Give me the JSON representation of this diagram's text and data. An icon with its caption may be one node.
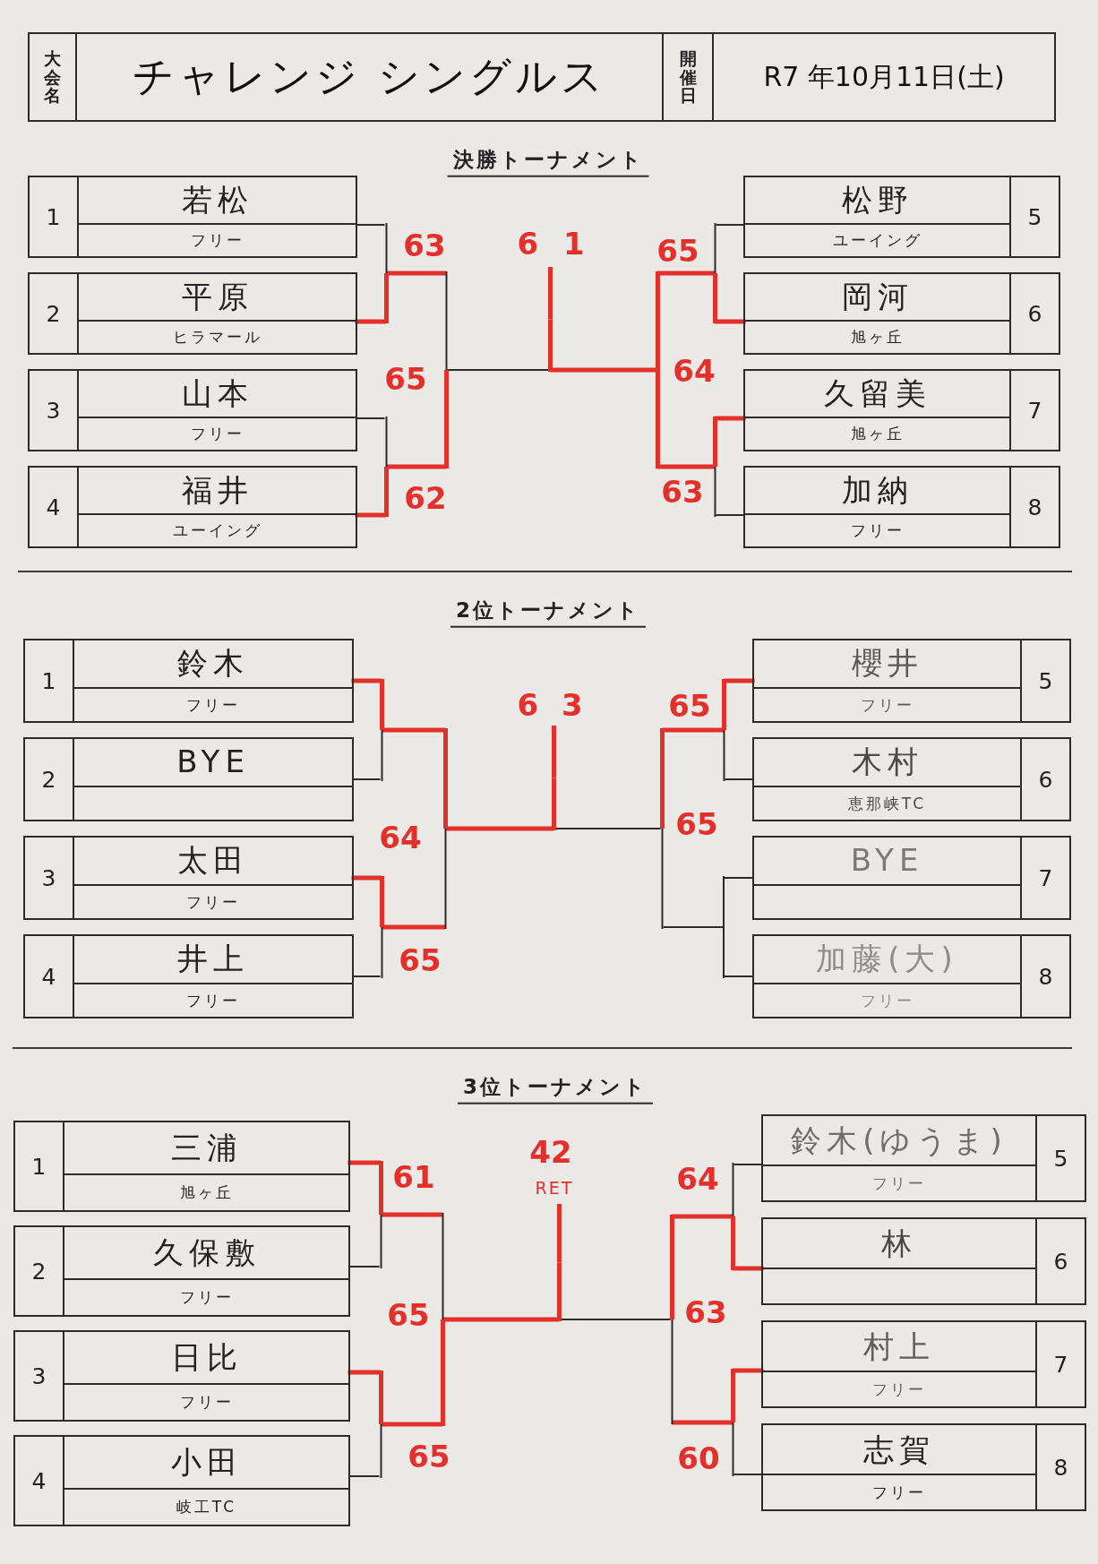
{
  "diagram": {
    "nodes": [
      {
        "text": [
          "1",
          "若松",
          "フリー"
        ]
      },
      {
        "text": [
          "2",
          "平原",
          "ヒラマール"
        ]
      },
      {
        "text": [
          "3",
          "山本",
          "フリー"
        ]
      },
      {
        "text": [
          "4",
          "福井",
          "ユーイング"
        ]
      },
      {
        "text": [
          "5",
          "松野",
          "ユーイング"
        ]
      },
      {
        "text": [
          "6",
          "岡河",
          "旭ヶ丘"
        ]
      },
      {
        "text": [
          "7",
          "久留美",
          "旭ヶ丘"
        ]
      },
      {
        "text": [
          "8",
          "加納",
          "フリー"
        ]
      },
      {
        "text": [],
        "shape": "bar",
        "beside": [
          "63"
        ]
      },
      {
        "text": [],
        "shape": "bar",
        "beside": [
          "62"
        ]
      },
      {
        "text": [],
        "shape": "bar",
        "beside": [
          "65"
        ]
      },
      {
        "text": [],
        "shape": "bar",
        "beside": [
          "6 1"
        ]
      },
      {
        "text": [],
        "shape": "bar",
        "beside": [
          "64"
        ]
      },
      {
        "text": [],
        "shape": "bar",
        "beside": [
          "65"
        ]
      },
      {
        "text": [],
        "shape": "bar",
        "beside": [
          "63"
        ]
      },
      {
        "text": [
          "1",
          "鈴木",
          "フリー"
        ]
      },
      {
        "text": [
          "2",
          "BYE"
        ]
      },
      {
        "text": [
          "3",
          "太田",
          "フリー"
        ]
      },
      {
        "text": [
          "4",
          "井上",
          "フリー"
        ]
      },
      {
        "text": [
          "5",
          "櫻井",
          "フリー"
        ]
      },
      {
        "text": [
          "6",
          "木村",
          "恵那峡TC"
        ]
      },
      {
        "text": [
          "7",
          "BYE"
        ]
      },
      {
        "text": [
          "8",
          "加藤(大)",
          "フリー"
        ]
      },
      {
        "text": [],
        "shape": "bar"
      },
      {
        "text": [],
        "shape": "bar",
        "beside": [
          "65"
        ]
      },
      {
        "text": [],
        "shape": "bar",
        "beside": [
          "64"
        ]
      },
      {
        "text": [],
        "shape": "bar",
        "beside": [
          "6 3"
        ]
      },
      {
        "text": [],
        "shape": "bar",
        "beside": [
          "65"
        ]
      },
      {
        "text": [],
        "shape": "bar",
        "beside": [
          "65"
        ]
      },
      {
        "text": [],
        "shape": "bar"
      },
      {
        "text": [
          "1",
          "三浦",
          "旭ヶ丘"
        ]
      },
      {
        "text": [
          "2",
          "久保敷",
          "フリー"
        ]
      },
      {
        "text": [
          "3",
          "日比",
          "フリー"
        ]
      },
      {
        "text": [
          "4",
          "小田",
          "岐工TC"
        ]
      },
      {
        "text": [
          "5",
          "鈴木(ゆうま)",
          "フリー"
        ]
      },
      {
        "text": [
          "6",
          "林"
        ]
      },
      {
        "text": [
          "7",
          "村上",
          "フリー"
        ]
      },
      {
        "text": [
          "8",
          "志賀",
          "フリー"
        ]
      },
      {
        "text": [],
        "shape": "bar",
        "beside": [
          "61"
        ]
      },
      {
        "text": [],
        "shape": "bar",
        "beside": [
          "65"
        ]
      },
      {
        "text": [],
        "shape": "bar",
        "beside": [
          "65"
        ]
      },
      {
        "text": [],
        "shape": "bar",
        "beside": [
          "42",
          "RET"
        ]
      },
      {
        "text": [],
        "shape": "bar",
        "beside": [
          "63"
        ]
      },
      {
        "text": [],
        "shape": "bar",
        "beside": [
          "64"
        ]
      },
      {
        "text": [],
        "shape": "bar",
        "beside": [
          "60"
        ]
      }
    ],
    "edges": [
      {
        "from": 0,
        "to": 8,
        "arrow": "none",
        "color": "#2b2b2b"
      },
      {
        "from": 1,
        "to": 8,
        "arrow": "none"
      },
      {
        "from": 2,
        "to": 9,
        "arrow": "none",
        "color": "#2b2b2b"
      },
      {
        "from": 3,
        "to": 9,
        "arrow": "none"
      },
      {
        "from": 8,
        "to": 10,
        "arrow": "none"
      },
      {
        "from": 9,
        "to": 10,
        "arrow": "none"
      },
      {
        "from": 10,
        "to": 11,
        "arrow": "none",
        "color": "#2b2b2b"
      },
      {
        "from": 12,
        "to": 11,
        "arrow": "none"
      },
      {
        "from": 13,
        "to": 12,
        "arrow": "none"
      },
      {
        "from": 14,
        "to": 12,
        "arrow": "none"
      },
      {
        "from": 4,
        "to": 13,
        "arrow": "none",
        "color": "#2b2b2b"
      },
      {
        "from": 5,
        "to": 13,
        "arrow": "none"
      },
      {
        "from": 6,
        "to": 14,
        "arrow": "none"
      },
      {
        "from": 7,
        "to": 14,
        "arrow": "none",
        "color": "#2b2b2b"
      },
      {
        "from": 15,
        "to": 23,
        "arrow": "none"
      },
      {
        "from": 16,
        "to": 23,
        "arrow": "none",
        "color": "#2b2b2b"
      },
      {
        "from": 17,
        "to": 24,
        "arrow": "none"
      },
      {
        "from": 18,
        "to": 24,
        "arrow": "none",
        "color": "#2b2b2b"
      },
      {
        "from": 23,
        "to": 25,
        "arrow": "none"
      },
      {
        "from": 24,
        "to": 25,
        "arrow": "none"
      },
      {
        "from": 25,
        "to": 26,
        "arrow": "none"
      },
      {
        "from": 27,
        "to": 26,
        "arrow": "none",
        "color": "#2b2b2b"
      },
      {
        "from": 28,
        "to": 27,
        "arrow": "none"
      },
      {
        "from": 29,
        "to": 27,
        "arrow": "none",
        "color": "#2b2b2b"
      },
      {
        "from": 19,
        "to": 28,
        "arrow": "none"
      },
      {
        "from": 20,
        "to": 28,
        "arrow": "none",
        "color": "#2b2b2b"
      },
      {
        "from": 21,
        "to": 29,
        "arrow": "none",
        "color": "#2b2b2b"
      },
      {
        "from": 22,
        "to": 29,
        "arrow": "none",
        "color": "#2b2b2b"
      },
      {
        "from": 30,
        "to": 38,
        "arrow": "none"
      },
      {
        "from": 31,
        "to": 38,
        "arrow": "none",
        "color": "#2b2b2b"
      },
      {
        "from": 32,
        "to": 39,
        "arrow": "none"
      },
      {
        "from": 33,
        "to": 39,
        "arrow": "none",
        "color": "#2b2b2b"
      },
      {
        "from": 38,
        "to": 40,
        "arrow": "none"
      },
      {
        "from": 39,
        "to": 40,
        "arrow": "none"
      },
      {
        "from": 40,
        "to": 41,
        "arrow": "none"
      },
      {
        "from": 42,
        "to": 41,
        "arrow": "none",
        "color": "#2b2b2b"
      },
      {
        "from": 43,
        "to": 42,
        "arrow": "none"
      },
      {
        "from": 44,
        "to": 42,
        "arrow": "none"
      },
      {
        "from": 34,
        "to": 43,
        "arrow": "none",
        "color": "#2b2b2b"
      },
      {
        "from": 35,
        "to": 43,
        "arrow": "none"
      },
      {
        "from": 36,
        "to": 44,
        "arrow": "none"
      },
      {
        "from": 37,
        "to": 44,
        "arrow": "none",
        "color": "#2b2b2b"
      }
    ],
    "labels": [
      "大会名",
      "チャレンジ シングルス",
      "開催日",
      "R7 年10月11日(土)",
      "決勝トーナメント",
      "2位トーナメント",
      "3位トーナメント"
    ]
  }
}
